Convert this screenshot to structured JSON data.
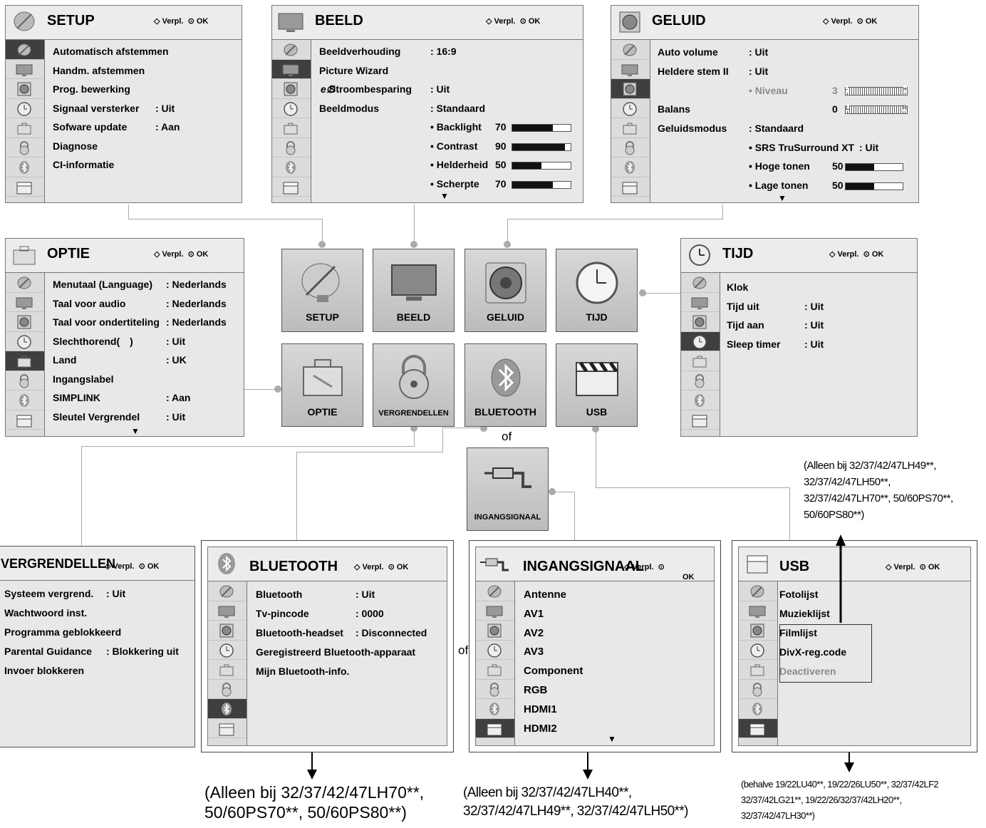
{
  "nav": {
    "move": "Verpl.",
    "ok": "OK"
  },
  "setup": {
    "title": "SETUP",
    "rows": [
      {
        "label": "Automatisch afstemmen",
        "value": ""
      },
      {
        "label": "Handm. afstemmen",
        "value": ""
      },
      {
        "label": "Prog. bewerking",
        "value": ""
      },
      {
        "label": "Signaal versterker",
        "value": ": Uit"
      },
      {
        "label": "Sofware update",
        "value": ": Aan"
      },
      {
        "label": "Diagnose",
        "value": ""
      },
      {
        "label": "CI-informatie",
        "value": ""
      }
    ]
  },
  "beeld": {
    "title": "BEELD",
    "rows": [
      {
        "label": "Beeldverhouding",
        "value": ": 16:9"
      },
      {
        "label": "Picture Wizard",
        "value": ""
      },
      {
        "label": "     Stroombesparing",
        "value": ": Uit"
      },
      {
        "label": "Beeldmodus",
        "value": ": Standaard"
      }
    ],
    "subs": [
      {
        "label": "• Backlight",
        "value": "70",
        "level": 0.7
      },
      {
        "label": "• Contrast",
        "value": "90",
        "level": 0.9
      },
      {
        "label": "• Helderheid",
        "value": "50",
        "level": 0.5
      },
      {
        "label": "• Scherpte",
        "value": "70",
        "level": 0.7
      }
    ]
  },
  "geluid": {
    "title": "GELUID",
    "rows": [
      {
        "label": "Auto volume",
        "value": ": Uit"
      },
      {
        "label": "Heldere stem II",
        "value": ": Uit"
      },
      {
        "label": "• Niveau",
        "value": "3"
      },
      {
        "label": "Balans",
        "value": "0"
      },
      {
        "label": "Geluidsmodus",
        "value": ": Standaard"
      },
      {
        "label": "• SRS TruSurround XT",
        "value": ": Uit"
      },
      {
        "label": "• Hoge tonen",
        "value": "50",
        "level": 0.5
      },
      {
        "label": "• Lage tonen",
        "value": "50",
        "level": 0.5
      }
    ],
    "niveau_minus": "-",
    "niveau_plus": "+",
    "balans_l": "L",
    "balans_r": "R"
  },
  "optie": {
    "title": "OPTIE",
    "rows": [
      {
        "label": "Menutaal (Language)",
        "value": ": Nederlands"
      },
      {
        "label": "Taal voor audio",
        "value": ": Nederlands"
      },
      {
        "label": "Taal voor ondertiteling",
        "value": ": Nederlands"
      },
      {
        "label": "Slechthorend( )",
        "value": ": Uit"
      },
      {
        "label": "Land",
        "value": ": UK"
      },
      {
        "label": "Ingangslabel",
        "value": ""
      },
      {
        "label": "SIMPLINK",
        "value": ": Aan"
      },
      {
        "label": "Sleutel Vergrendel",
        "value": ": Uit"
      }
    ]
  },
  "tijd": {
    "title": "TIJD",
    "rows": [
      {
        "label": "Klok",
        "value": ""
      },
      {
        "label": "Tijd uit",
        "value": ": Uit"
      },
      {
        "label": "Tijd aan",
        "value": ": Uit"
      },
      {
        "label": "Sleep timer",
        "value": ": Uit"
      }
    ]
  },
  "tiles": [
    "SETUP",
    "BEELD",
    "GELUID",
    "TIJD",
    "OPTIE",
    "VERGRENDELLEN",
    "BLUETOOTH",
    "USB"
  ],
  "ingang_tile": "INGANGSIGNAAL",
  "of": "of",
  "vergrendellen": {
    "title": "VERGRENDELLEN",
    "rows": [
      {
        "label": "Systeem vergrend.",
        "value": ": Uit"
      },
      {
        "label": "Wachtwoord inst.",
        "value": ""
      },
      {
        "label": "Programma geblokkeerd",
        "value": ""
      },
      {
        "label": "Parental Guidance",
        "value": ": Blokkering uit"
      },
      {
        "label": "Invoer blokkeren",
        "value": ""
      }
    ]
  },
  "bluetooth": {
    "title": "BLUETOOTH",
    "rows": [
      {
        "label": "Bluetooth",
        "value": ": Uit"
      },
      {
        "label": "Tv-pincode",
        "value": ": 0000"
      },
      {
        "label": "Bluetooth-headset",
        "value": ": Disconnected"
      },
      {
        "label": "Geregistreerd Bluetooth-apparaat",
        "value": ""
      },
      {
        "label": "Mijn Bluetooth-info.",
        "value": ""
      }
    ]
  },
  "ingangsignaal": {
    "title": "INGANGSIGNAAL",
    "rows": [
      "Antenne",
      "AV1",
      "AV2",
      "AV3",
      "Component",
      "RGB",
      "HDMI1",
      "HDMI2"
    ]
  },
  "usb": {
    "title": "USB",
    "rows": [
      "Fotolijst",
      "Muzieklijst",
      "Filmlijst",
      "DivX-reg.code",
      "Deactiveren"
    ]
  },
  "notes": {
    "bt": [
      "(Alleen bij 32/37/42/47LH70**,",
      "50/60PS70**, 50/60PS80**)"
    ],
    "ingang": [
      "(Alleen bij 32/37/42/47LH40**,",
      "32/37/42/47LH49**, 32/37/42/47LH50**)"
    ],
    "usb_top": [
      "(Alleen bij 32/37/42/47LH49**,",
      "32/37/42/47LH50**,",
      "32/37/42/47LH70**, 50/60PS70**,",
      "50/60PS80**)"
    ],
    "usb_bottom": [
      "(behalve 19/22LU40**, 19/22/26LU50**, 32/37/42LF2",
      "32/37/42LG21**, 19/22/26/32/37/42LH20**,",
      "32/37/42/47LH30**)"
    ]
  }
}
